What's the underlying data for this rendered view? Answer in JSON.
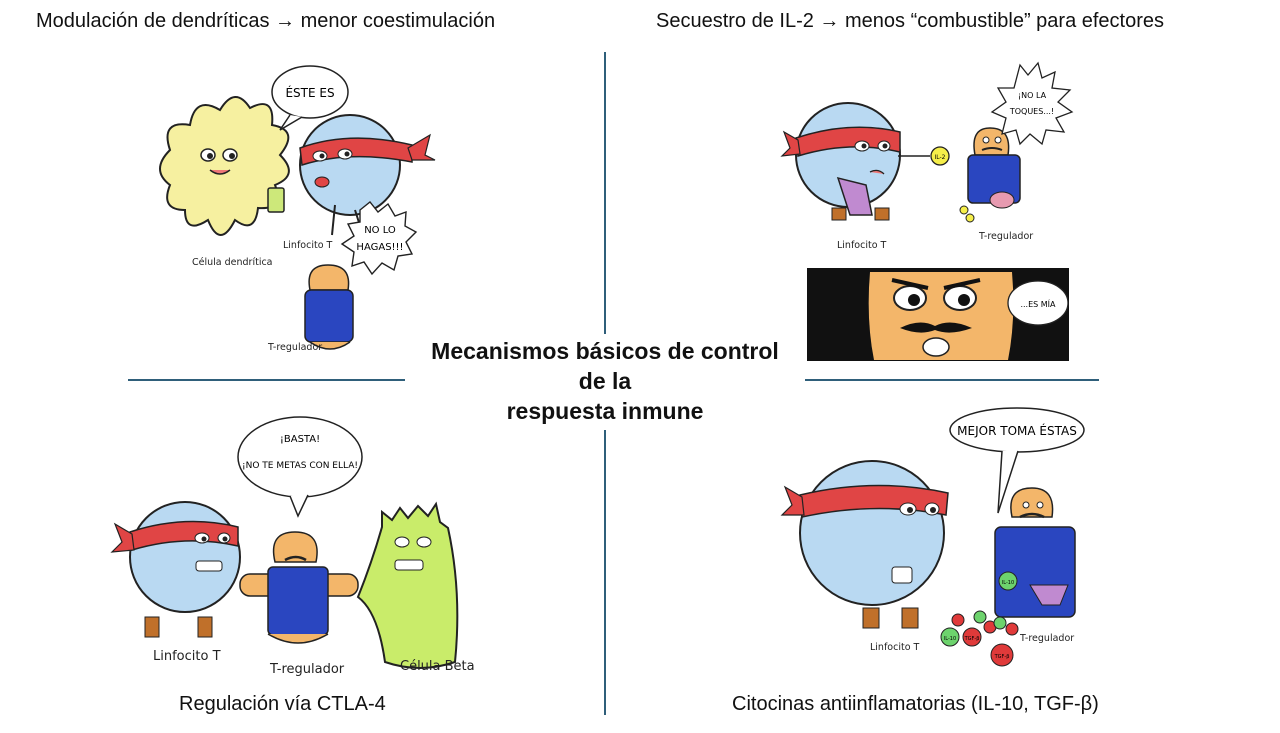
{
  "captions": {
    "top_left": "Modulación de dendríticas → menor coestimulación",
    "top_right": "Secuestro de IL-2 → menos “combustible” para efectores",
    "bottom_left": "Regulación  vía CTLA-4",
    "bottom_right": "Citocinas antiinflamatorias (IL-10, TGF-β)"
  },
  "center_title": {
    "line1": "Mecanismos básicos de control",
    "line2": "de la",
    "line3": "respuesta inmune"
  },
  "panel_tl": {
    "bubble_1": "ÉSTE ES",
    "bubble_2a": "NO LO",
    "bubble_2b": "HAGAS!!!",
    "label_dendritic": "Célula dendrítica",
    "label_lymph": "Linfocito T",
    "label_treg": "T-regulador"
  },
  "panel_tr": {
    "bubble_a": "¡NO LA",
    "bubble_b": "TOQUES...!",
    "il2": "IL-2",
    "label_lymph": "Linfocito T",
    "label_treg": "T-regulador",
    "inset_text": "...ES MÍA"
  },
  "panel_bl": {
    "bubble_a": "¡BASTA!",
    "bubble_b": "¡NO TE METAS CON ELLA!",
    "label_lymph": "Linfocito T",
    "label_treg": "T-regulador",
    "label_beta": "Célula Beta"
  },
  "panel_br": {
    "bubble": "MEJOR TOMA ÉSTAS",
    "il10_a": "IL-10",
    "il10_b": "IL-10",
    "tgf_a": "TGF-β",
    "tgf_b": "TGF-β",
    "label_lymph": "Linfocito T",
    "label_treg": "T-regulador"
  },
  "colors": {
    "divider": "#2f5f7a",
    "lymphocyte": "#b9d9f2",
    "bandana": "#e04545",
    "treg_skin": "#f3b66a",
    "treg_vest": "#2a46c0",
    "dendritic": "#f6f0a0",
    "beta_cell": "#c9ec6a"
  }
}
